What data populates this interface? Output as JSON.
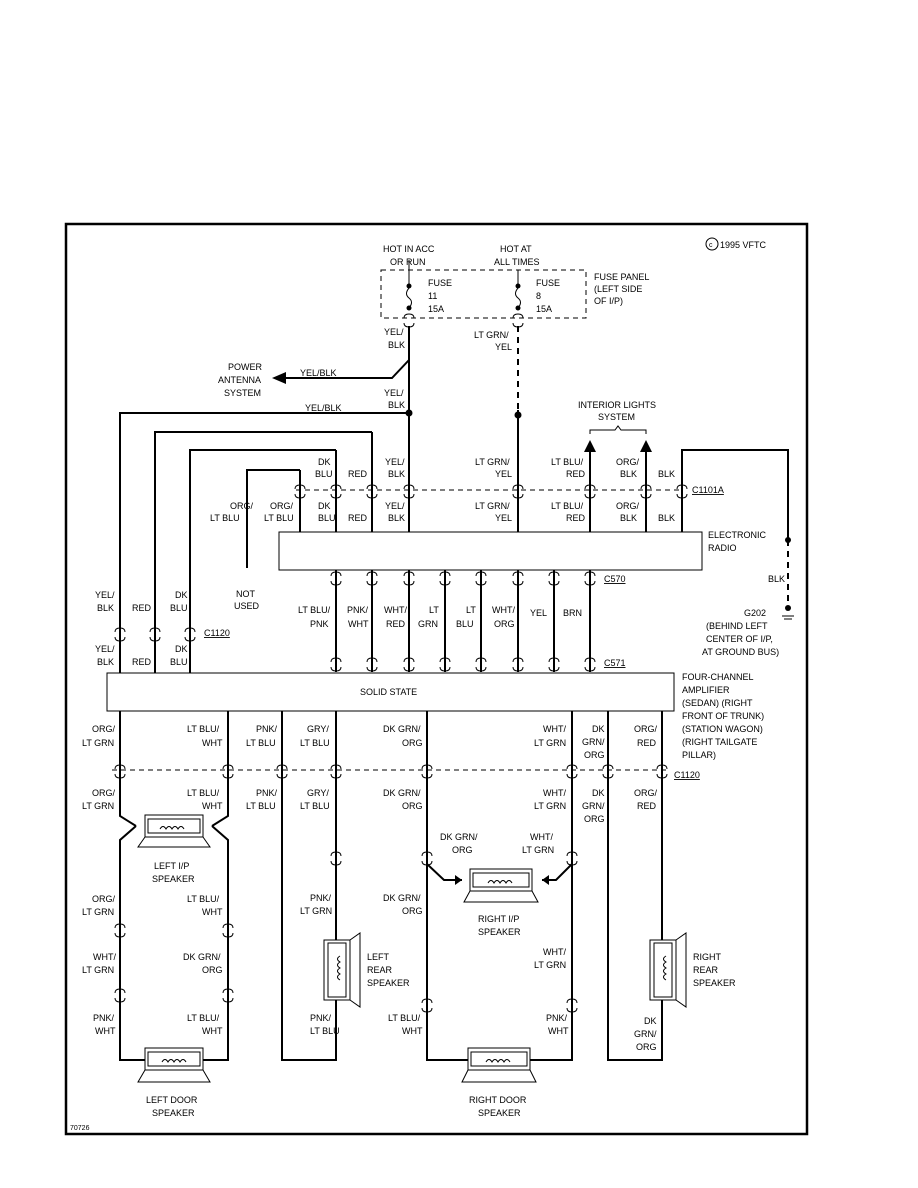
{
  "header": {
    "copyright": "1995 VFTC",
    "figure_id": "70726"
  },
  "labels": {
    "hot_acc": [
      "HOT IN ACC",
      "OR RUN"
    ],
    "hot_all": [
      "HOT AT",
      "ALL TIMES"
    ],
    "fuse_panel": [
      "FUSE PANEL",
      "(LEFT SIDE",
      "OF I/P)"
    ],
    "fuse11": [
      "FUSE",
      "11",
      "15A"
    ],
    "fuse8": [
      "FUSE",
      "8",
      "15A"
    ],
    "power_antenna": [
      "POWER",
      "ANTENNA",
      "SYSTEM"
    ],
    "interior_lights": [
      "INTERIOR LIGHTS",
      "SYSTEM"
    ],
    "electronic_radio": [
      "ELECTRONIC",
      "RADIO"
    ],
    "not_used": [
      "NOT",
      "USED"
    ],
    "ground": [
      "G202",
      "(BEHIND LEFT",
      "CENTER OF I/P,",
      "AT GROUND BUS)"
    ],
    "solid_state": "SOLID STATE",
    "amplifier": [
      "FOUR-CHANNEL",
      "AMPLIFIER",
      "(SEDAN)      (RIGHT",
      "FRONT OF TRUNK)",
      "(STATION WAGON)",
      "(RIGHT TAILGATE",
      "PILLAR)"
    ],
    "left_ip_speaker": [
      "LEFT I/P",
      "SPEAKER"
    ],
    "right_ip_speaker": [
      "RIGHT I/P",
      "SPEAKER"
    ],
    "left_rear_speaker": [
      "LEFT",
      "REAR",
      "SPEAKER"
    ],
    "right_rear_speaker": [
      "RIGHT",
      "REAR",
      "SPEAKER"
    ],
    "left_door_speaker": [
      "LEFT DOOR",
      "SPEAKER"
    ],
    "right_door_speaker": [
      "RIGHT DOOR",
      "SPEAKER"
    ]
  },
  "connectors": {
    "c1101a": "C1101A",
    "c570": "C570",
    "c571": "C571",
    "c1120_upper": "C1120",
    "c1120_lower": "C1120"
  },
  "wires": {
    "yel_blk": [
      "YEL/",
      "BLK"
    ],
    "yel_blk_one": "YEL/BLK",
    "lt_grn_yel": [
      "LT GRN/",
      "YEL"
    ],
    "dk_blu": [
      "DK",
      "BLU"
    ],
    "red": "RED",
    "org_lt_blu": [
      "ORG/",
      "LT BLU"
    ],
    "lt_blu_red": [
      "LT BLU/",
      "RED"
    ],
    "org_blk": [
      "ORG/",
      "BLK"
    ],
    "blk": "BLK",
    "lt_blu_pnk": [
      "LT BLU/",
      "PNK"
    ],
    "pnk_wht": [
      "PNK/",
      "WHT"
    ],
    "wht_red": [
      "WHT/",
      "RED"
    ],
    "lt_grn": [
      "LT",
      "GRN"
    ],
    "lt_blu": [
      "LT",
      "BLU"
    ],
    "wht_org": [
      "WHT/",
      "ORG"
    ],
    "yel": "YEL",
    "brn": "BRN",
    "org_lt_grn": [
      "ORG/",
      "LT GRN"
    ],
    "lt_blu_wht": [
      "LT BLU/",
      "WHT"
    ],
    "pnk_lt_blu": [
      "PNK/",
      "LT BLU"
    ],
    "gry_lt_blu": [
      "GRY/",
      "LT BLU"
    ],
    "dk_grn_org": [
      "DK GRN/",
      "ORG"
    ],
    "wht_lt_grn": [
      "WHT/",
      "LT GRN"
    ],
    "dk_grn_org_3": [
      "DK",
      "GRN/",
      "ORG"
    ],
    "org_red": [
      "ORG/",
      "RED"
    ],
    "pnk_lt_grn": [
      "PNK/",
      "LT GRN"
    ]
  }
}
